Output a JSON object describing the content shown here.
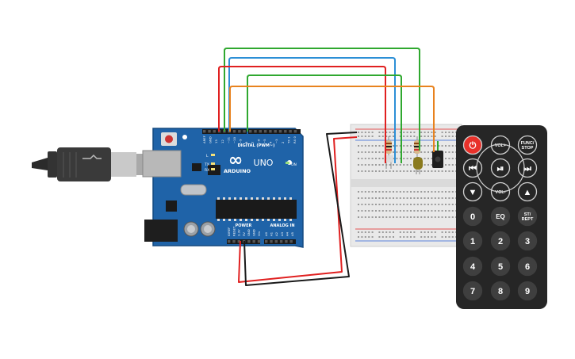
{
  "arduino": {
    "brand_logo": "∞",
    "board_name": "ARDUINO",
    "model": "UNO",
    "digital_label": "DIGITAL (PWM~)",
    "power_label": "POWER",
    "analog_label": "ANALOG IN",
    "tx_label": "TX",
    "rx_label": "RX",
    "on_label": "ON",
    "l_label": "L",
    "top_pins": [
      "AREF",
      "GND",
      "13",
      "12",
      "~11",
      "~10",
      "~9",
      "8",
      "7",
      "~6",
      "~5",
      "4",
      "~3",
      "2",
      "TX 1",
      "RX 0"
    ],
    "power_pins": [
      "IOREF",
      "RESET",
      "3.3V",
      "5V",
      "GND",
      "GND",
      "Vin"
    ],
    "analog_pins": [
      "A0",
      "A1",
      "A2",
      "A3",
      "A4",
      "A5"
    ]
  },
  "remote": {
    "buttons": [
      {
        "label": "⏻",
        "style": "power"
      },
      {
        "label": "VOL+",
        "style": "dark"
      },
      {
        "label": "FUNC/ STOP",
        "style": "dark"
      },
      {
        "label": "⏮",
        "style": "dark"
      },
      {
        "label": "⏯",
        "style": "dark"
      },
      {
        "label": "⏭",
        "style": "dark"
      },
      {
        "label": "▼",
        "style": "dark"
      },
      {
        "label": "VOL-",
        "style": "dark"
      },
      {
        "label": "▲",
        "style": "dark"
      },
      {
        "label": "0",
        "style": "num"
      },
      {
        "label": "EQ",
        "style": "num"
      },
      {
        "label": "ST/ REPT",
        "style": "num"
      },
      {
        "label": "1",
        "style": "num"
      },
      {
        "label": "2",
        "style": "num"
      },
      {
        "label": "3",
        "style": "num"
      },
      {
        "label": "4",
        "style": "num"
      },
      {
        "label": "5",
        "style": "num"
      },
      {
        "label": "6",
        "style": "num"
      },
      {
        "label": "7",
        "style": "num"
      },
      {
        "label": "8",
        "style": "num"
      },
      {
        "label": "9",
        "style": "num"
      }
    ]
  },
  "colors": {
    "board": "#1f63a8",
    "board_edge": "#154a80",
    "wire_red": "#e02020",
    "wire_black": "#1a1a1a",
    "wire_green": "#2fa82f",
    "wire_blue": "#2c8fd6",
    "wire_orange": "#e8821e",
    "remote_body": "#262626",
    "power_button": "#e8312a",
    "breadboard": "#e9e9e9"
  }
}
